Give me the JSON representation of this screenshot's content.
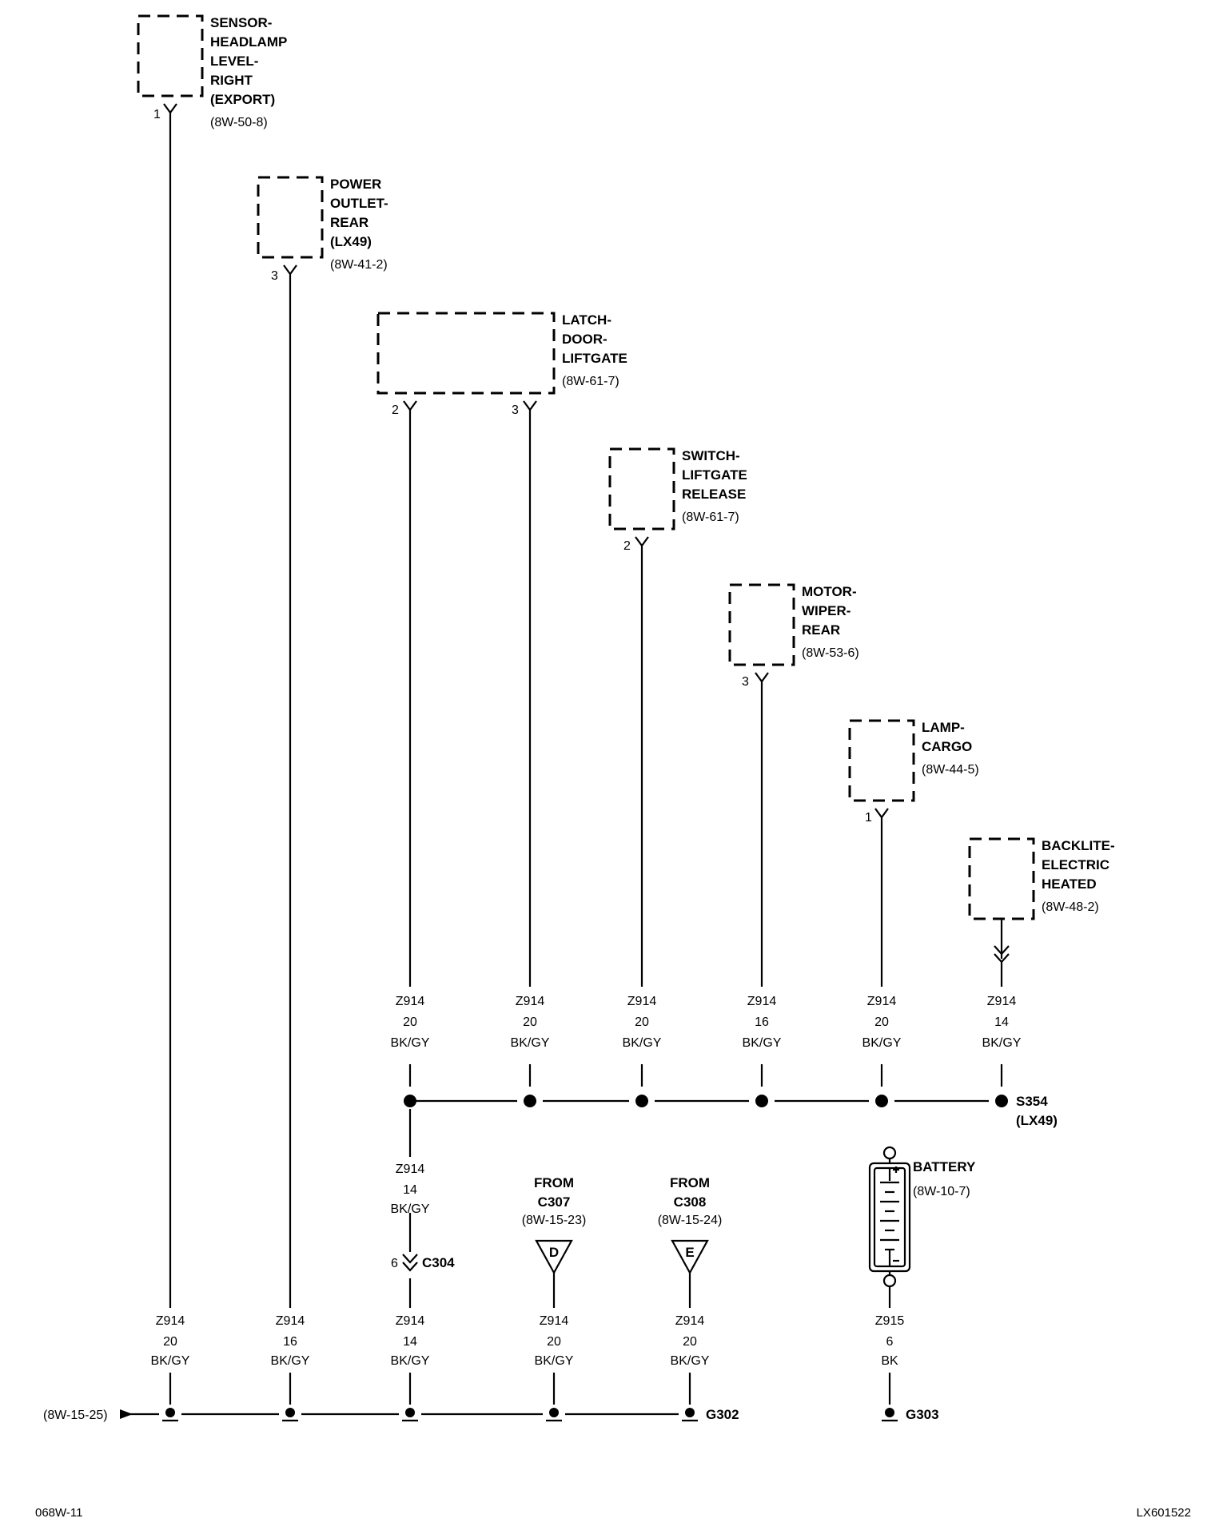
{
  "components": [
    {
      "id": "headlamp-sensor",
      "name": [
        "SENSOR-",
        "HEADLAMP",
        "LEVEL-",
        "RIGHT",
        "(EXPORT)"
      ],
      "ref": "(8W-50-8)",
      "pins": [
        "1"
      ]
    },
    {
      "id": "power-outlet",
      "name": [
        "POWER",
        "OUTLET-",
        "REAR",
        "(LX49)"
      ],
      "ref": "(8W-41-2)",
      "pins": [
        "3"
      ]
    },
    {
      "id": "latch",
      "name": [
        "LATCH-",
        "DOOR-",
        "LIFTGATE"
      ],
      "ref": "(8W-61-7)",
      "pins": [
        "2",
        "3"
      ]
    },
    {
      "id": "switch",
      "name": [
        "SWITCH-",
        "LIFTGATE",
        "RELEASE"
      ],
      "ref": "(8W-61-7)",
      "pins": [
        "2"
      ]
    },
    {
      "id": "motor",
      "name": [
        "MOTOR-",
        "WIPER-",
        "REAR"
      ],
      "ref": "(8W-53-6)",
      "pins": [
        "3"
      ]
    },
    {
      "id": "lamp",
      "name": [
        "LAMP-",
        "CARGO"
      ],
      "ref": "(8W-44-5)",
      "pins": [
        "1"
      ]
    },
    {
      "id": "backlite",
      "name": [
        "BACKLITE-",
        "ELECTRIC",
        "HEATED"
      ],
      "ref": "(8W-48-2)",
      "pins": []
    }
  ],
  "upper_wires": [
    {
      "circuit": "Z914",
      "gauge": "20",
      "color": "BK/GY"
    },
    {
      "circuit": "Z914",
      "gauge": "20",
      "color": "BK/GY"
    },
    {
      "circuit": "Z914",
      "gauge": "20",
      "color": "BK/GY"
    },
    {
      "circuit": "Z914",
      "gauge": "16",
      "color": "BK/GY"
    },
    {
      "circuit": "Z914",
      "gauge": "20",
      "color": "BK/GY"
    },
    {
      "circuit": "Z914",
      "gauge": "14",
      "color": "BK/GY"
    }
  ],
  "splice": {
    "name": "S354",
    "note": "(LX49)"
  },
  "mid_wire": {
    "circuit": "Z914",
    "gauge": "14",
    "color": "BK/GY"
  },
  "connector": {
    "pin": "6",
    "name": "C304"
  },
  "from_refs": [
    {
      "label": "FROM",
      "connector": "C307",
      "ref": "(8W-15-23)",
      "letter": "D"
    },
    {
      "label": "FROM",
      "connector": "C308",
      "ref": "(8W-15-24)",
      "letter": "E"
    }
  ],
  "battery": {
    "name": "BATTERY",
    "ref": "(8W-10-7)"
  },
  "lower_wires": [
    {
      "circuit": "Z914",
      "gauge": "20",
      "color": "BK/GY"
    },
    {
      "circuit": "Z914",
      "gauge": "16",
      "color": "BK/GY"
    },
    {
      "circuit": "Z914",
      "gauge": "14",
      "color": "BK/GY"
    },
    {
      "circuit": "Z914",
      "gauge": "20",
      "color": "BK/GY"
    },
    {
      "circuit": "Z914",
      "gauge": "20",
      "color": "BK/GY"
    },
    {
      "circuit": "Z915",
      "gauge": "6",
      "color": "BK"
    }
  ],
  "grounds": {
    "g302": "G302",
    "g303": "G303",
    "left_ref": "(8W-15-25)"
  },
  "footer": {
    "left": "068W-11",
    "right": "LX601522"
  }
}
